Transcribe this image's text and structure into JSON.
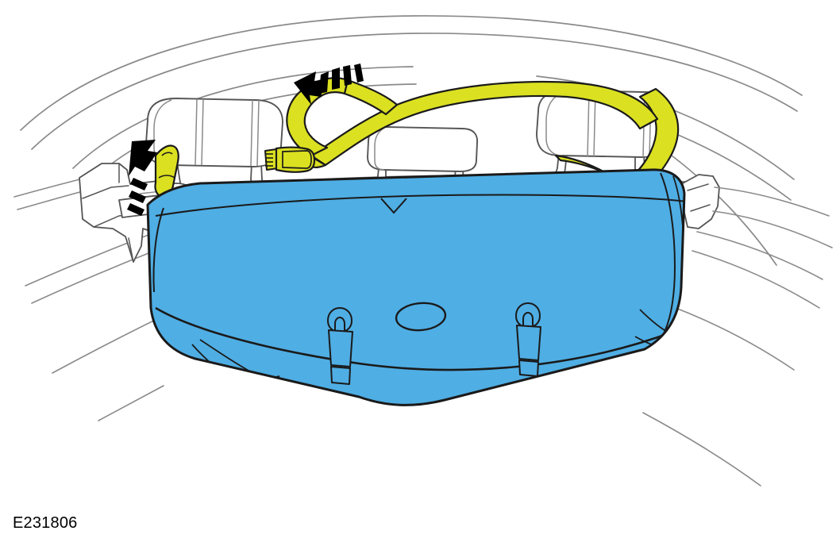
{
  "figure": {
    "id": "E231806",
    "caption_id": "E231806",
    "title": "Rear seat back airbag cover strap routing",
    "domain_note": "Automotive service-manual line illustration",
    "background_color": "#ffffff",
    "line_color": "#3c3c3c",
    "outline_color": "#1a1a1a",
    "colors": {
      "cover_blue": "#4faee4",
      "cover_blue_shade": "#3fa2dc",
      "strap_yellow": "#dbe021",
      "strap_yellow_shade": "#c8ce12",
      "arrow_black": "#000000",
      "trim_line": "#555555",
      "trim_line_light": "#8a8a8a",
      "caption_text": "#000000"
    },
    "elements": [
      {
        "name": "rear-window-frame",
        "label": "Rear window / roof header frame",
        "color": "#8a8a8a",
        "interactable": false
      },
      {
        "name": "parcel-shelf",
        "label": "Rear parcel shelf",
        "color": "#555555",
        "interactable": false
      },
      {
        "name": "seatbelt-slot",
        "label": "Parcel shelf belt slot",
        "color": "#555555",
        "interactable": false
      },
      {
        "name": "left-headrest",
        "label": "Left outboard head restraint",
        "color": "#555555",
        "interactable": false
      },
      {
        "name": "center-headrest",
        "label": "Center head restraint",
        "color": "#555555",
        "interactable": false
      },
      {
        "name": "right-headrest",
        "label": "Right outboard head restraint",
        "color": "#555555",
        "interactable": false
      },
      {
        "name": "left-c-pillar-trim",
        "label": "Left C-pillar trim panel",
        "color": "#555555",
        "interactable": false
      },
      {
        "name": "right-c-pillar-trim",
        "label": "Right C-pillar trim panel",
        "color": "#555555",
        "interactable": false
      },
      {
        "name": "airbag-cover",
        "label": "Seat back airbag protective cover",
        "color": "#4faee4",
        "interactable": false
      },
      {
        "name": "cover-grommet-oval",
        "label": "Cover grommet / eyelet",
        "color": "#1a1a1a",
        "interactable": false
      },
      {
        "name": "cover-strap-hook-left",
        "label": "Left cover retaining hook",
        "color": "#1a1a1a",
        "interactable": false
      },
      {
        "name": "cover-strap-hook-right",
        "label": "Right cover retaining hook",
        "color": "#1a1a1a",
        "interactable": false
      },
      {
        "name": "yellow-strap",
        "label": "Yellow retaining strap",
        "color": "#dbe021",
        "interactable": false
      },
      {
        "name": "strap-buckle",
        "label": "Strap side-release buckle",
        "color": "#dbe021",
        "interactable": false
      },
      {
        "name": "strap-tail-left",
        "label": "Strap free end at left head restraint",
        "color": "#dbe021",
        "interactable": false
      },
      {
        "name": "motion-arrow-pull-up",
        "label": "Pull up motion arrow",
        "direction": "up",
        "color": "#000000",
        "interactable": false
      },
      {
        "name": "motion-arrow-pull-left",
        "label": "Pull toward left motion arrow",
        "direction": "left",
        "color": "#000000",
        "interactable": false
      }
    ]
  }
}
